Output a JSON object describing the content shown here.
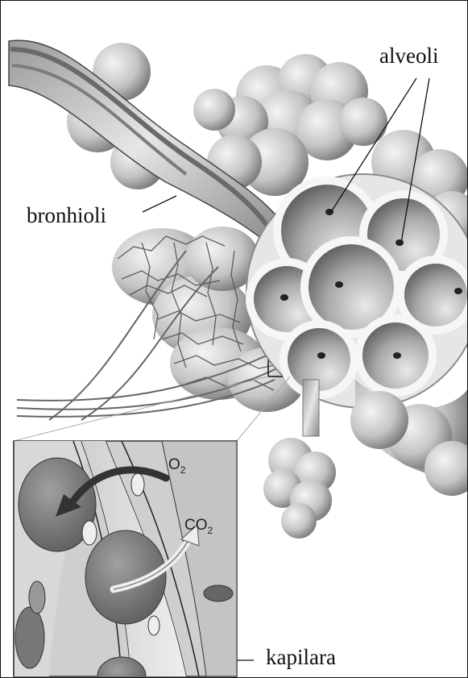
{
  "labels": {
    "alveoli": "alveoli",
    "bronhioli": "bronhioli",
    "kapilara": "kapilara"
  },
  "inset": {
    "oxygen": {
      "symbol": "O",
      "subscript": "2"
    },
    "carbon_dioxide": {
      "symbol": "CO",
      "subscript": "2"
    }
  },
  "colors": {
    "outline": "#111111",
    "alveolus_light": "#f2f2f2",
    "alveolus_mid": "#bdbdbd",
    "alveolus_dark": "#5a5a5a",
    "vessel": "#6f6f6f",
    "blood_cell": "#8a8a8a",
    "background": "#ffffff"
  }
}
